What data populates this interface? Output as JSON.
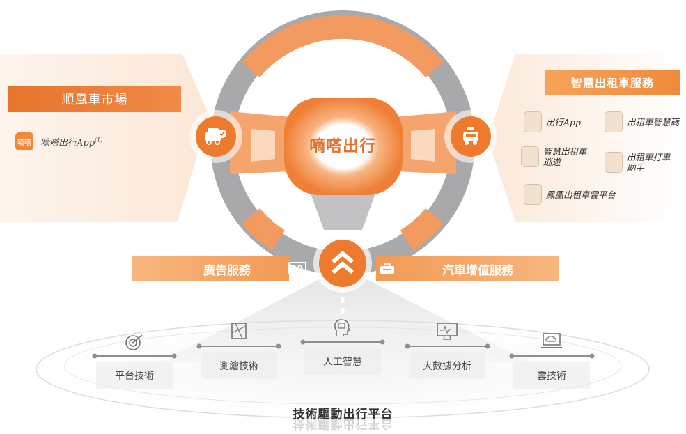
{
  "center": {
    "title": "嘀嗒出行"
  },
  "left_panel": {
    "banner": "順風車市場",
    "app_logo": "嘀嗒",
    "app_name": "嘀嗒出行App",
    "app_footnote": "(1)"
  },
  "right_panel": {
    "banner": "智慧出租車服務",
    "services": [
      {
        "label": "出行App",
        "icon": "phone-app-icon"
      },
      {
        "label": "出租車智慧碼",
        "icon": "qr-code-icon"
      },
      {
        "label": "智慧出租車巡遊",
        "line1": "智慧出租車",
        "line2": "巡遊",
        "icon": "map-pin-icon"
      },
      {
        "label": "出租車打車助手",
        "line1": "出租車打車",
        "line2": "助手",
        "icon": "location-icon"
      },
      {
        "label": "鳳凰出租車雲平台",
        "icon": "grid-icon"
      }
    ]
  },
  "ribbon": {
    "left": "廣告服務",
    "right": "汽車增值服務",
    "ad_icon_text": "AD"
  },
  "technologies": [
    {
      "label": "平台技術",
      "icon": "target-icon"
    },
    {
      "label": "測繪技術",
      "icon": "map-icon"
    },
    {
      "label": "人工智慧",
      "icon": "ai-head-icon"
    },
    {
      "label": "大數據分析",
      "icon": "monitor-chart-icon"
    },
    {
      "label": "雲技術",
      "icon": "cloud-laptop-icon"
    }
  ],
  "platform": {
    "title": "技術驅動出行平台"
  },
  "colors": {
    "orange": "#f08a3a",
    "light_orange": "#f7b67e",
    "gray": "#a9a9ab"
  }
}
